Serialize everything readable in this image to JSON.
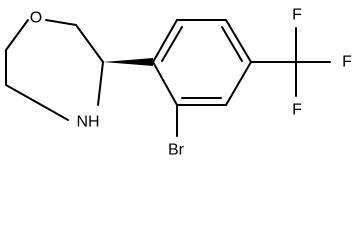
{
  "molecule": {
    "atoms": {
      "oxygen": "O",
      "nitrogen_h": "NH",
      "bromine": "Br",
      "fluorine_top": "F",
      "fluorine_right": "F",
      "fluorine_bottom": "F"
    }
  }
}
